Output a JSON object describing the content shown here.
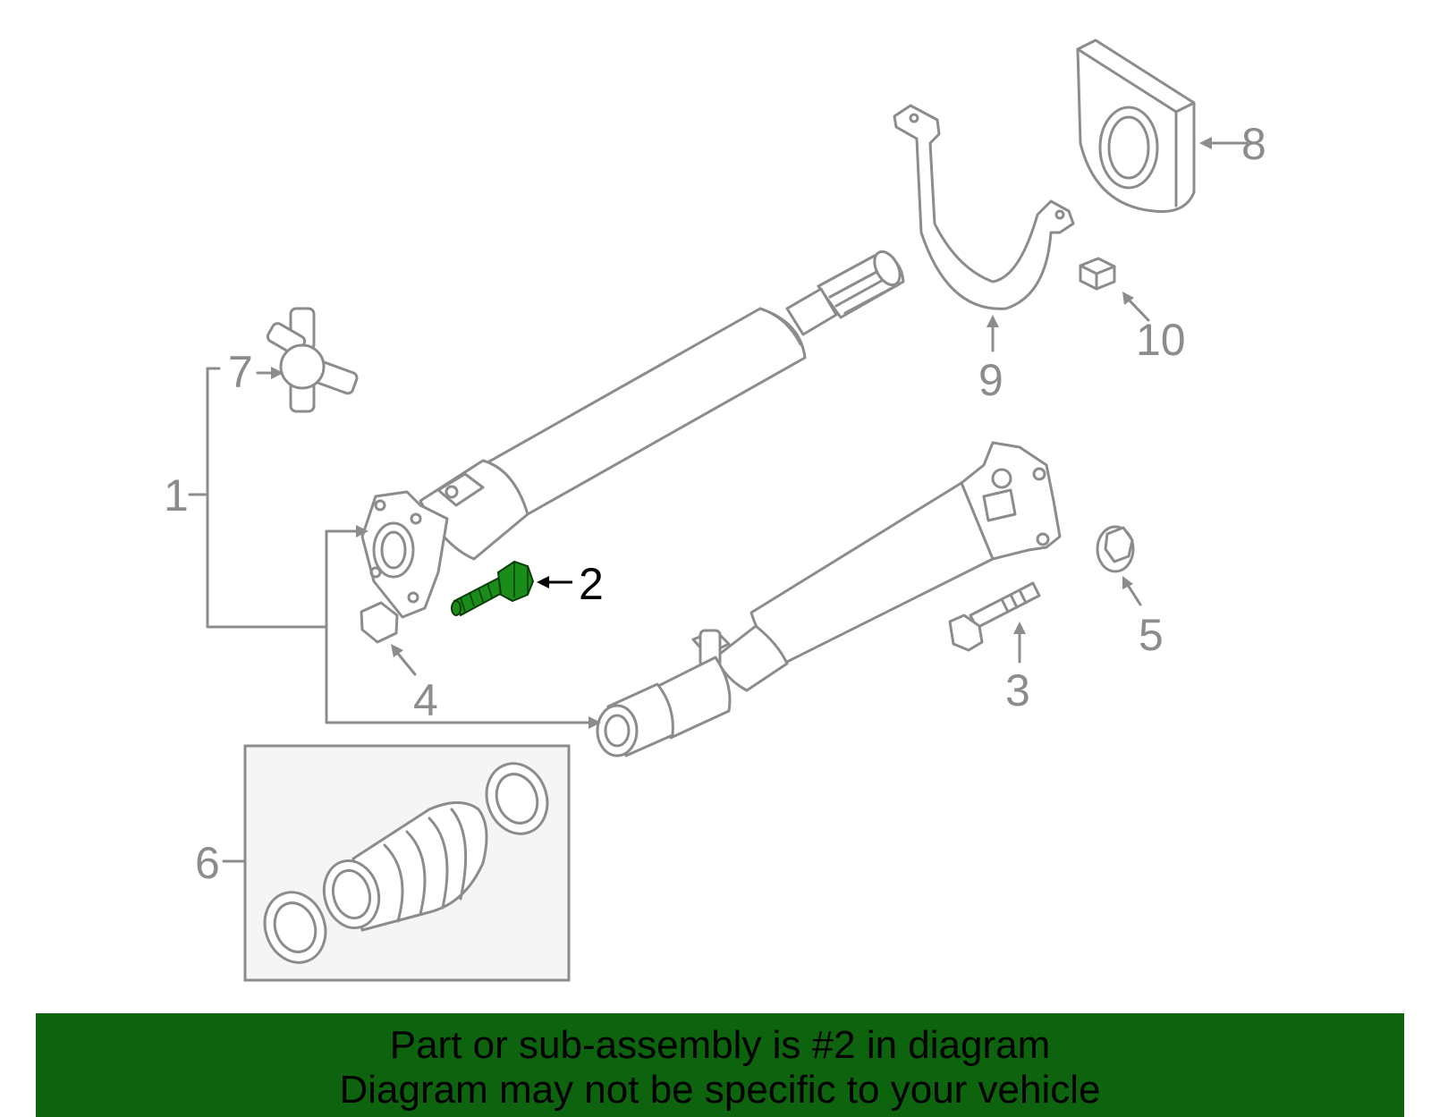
{
  "diagram": {
    "callouts": {
      "c1": "1",
      "c2": "2",
      "c3": "3",
      "c4": "4",
      "c5": "5",
      "c6": "6",
      "c7": "7",
      "c8": "8",
      "c9": "9",
      "c10": "10"
    },
    "highlighted_part": "2",
    "colors": {
      "line_art": "#8c8c8c",
      "highlight_fill": "#1a8c1a",
      "banner_background": "#0e640e",
      "kit_box_background": "#f5f5f5"
    }
  },
  "banner": {
    "line1": "Part or sub-assembly is #2 in diagram",
    "line2": "Diagram may not be specific to your vehicle"
  }
}
